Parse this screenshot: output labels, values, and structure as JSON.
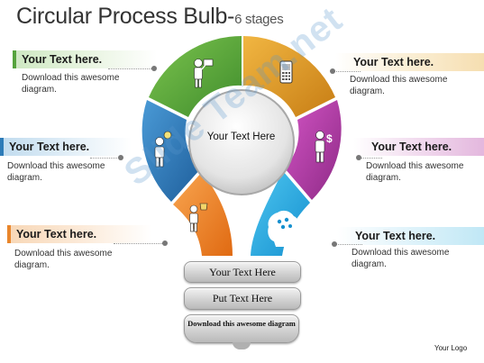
{
  "title": {
    "main": "Circular Process Bulb-",
    "sub": "6 stages"
  },
  "left_items": [
    {
      "heading": "Your Text here.",
      "description": "Download this awesome diagram."
    },
    {
      "heading": "Your Text here.",
      "description": "Download this awesome diagram."
    },
    {
      "heading": "Your Text here.",
      "description": "Download this awesome diagram."
    }
  ],
  "right_items": [
    {
      "heading": "Your Text here.",
      "description": "Download this awesome diagram."
    },
    {
      "heading": "Your Text here.",
      "description": "Download this awesome diagram."
    },
    {
      "heading": "Your Text here.",
      "description": "Download this awesome diagram."
    }
  ],
  "center_label": "Your Text Here",
  "base": [
    "Your Text Here",
    "Put Text Here",
    "Download this awesome diagram"
  ],
  "watermark": "Slide Team.net",
  "logo": "Your Logo",
  "colors": {
    "green": "#59a83a",
    "orange_gold": "#e39a26",
    "purple": "#b63aa8",
    "blue": "#2f7cc0",
    "orange": "#f07c20",
    "cyan": "#24a9e0"
  },
  "icons": [
    "presenter-icon",
    "mobile-phone-icon",
    "businessman-dollar-icon",
    "lightbulb-person-icon",
    "trophy-person-icon",
    "brain-head-icon"
  ]
}
